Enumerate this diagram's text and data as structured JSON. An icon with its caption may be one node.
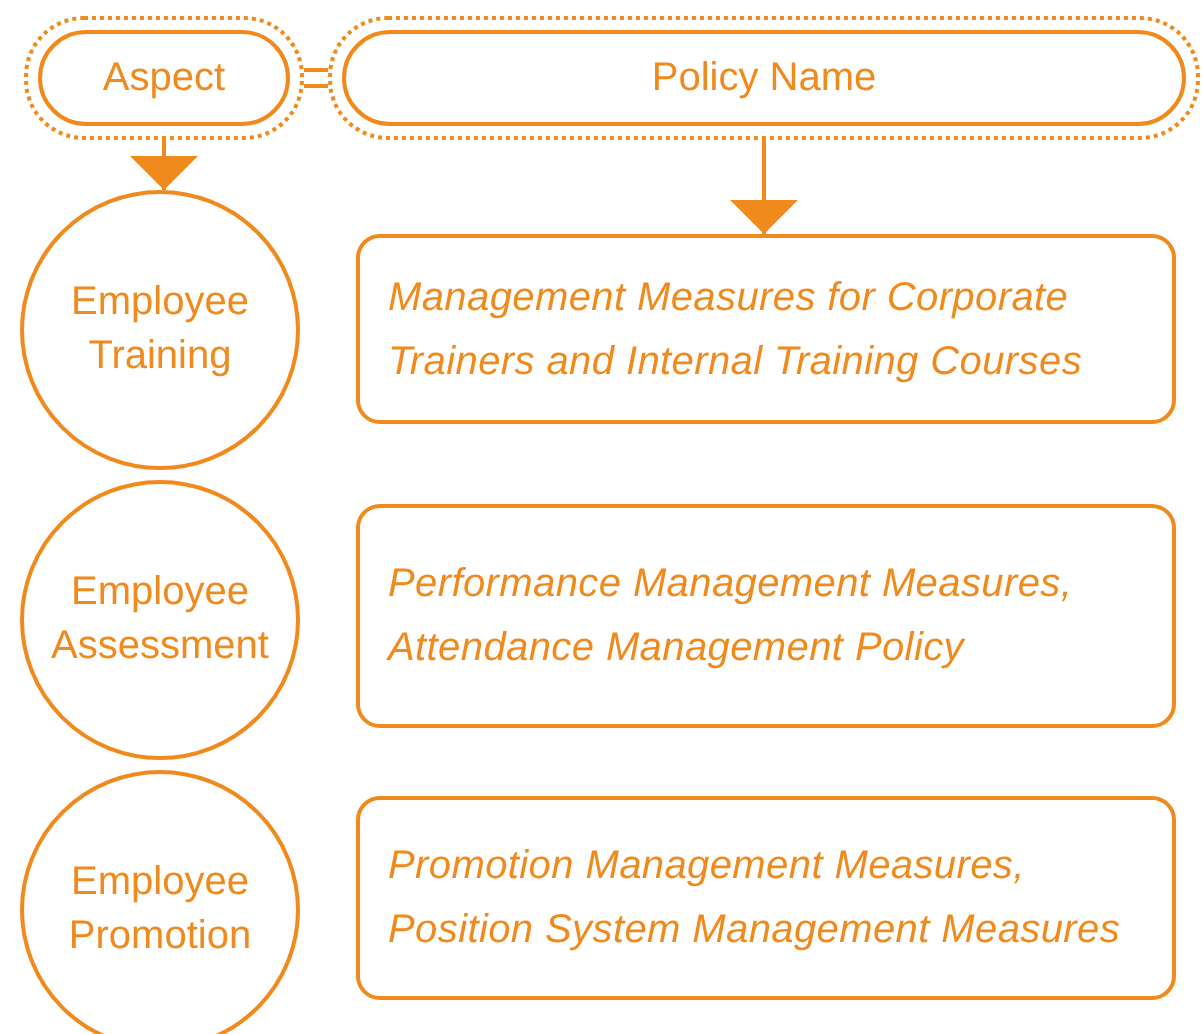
{
  "diagram": {
    "nodes": [
      {
        "text": [
          "Aspect"
        ]
      },
      {
        "text": [
          "Policy Name"
        ]
      },
      {
        "text": [
          "Employee Training"
        ]
      },
      {
        "text": [
          "Management Measures for Corporate Trainers and Internal Training Courses"
        ]
      },
      {
        "text": [
          "Employee Assessment"
        ]
      },
      {
        "text": [
          "Performance Management Measures, Attendance Management Policy"
        ]
      },
      {
        "text": [
          "Employee Promotion"
        ]
      },
      {
        "text": [
          "Promotion Management Measures, Position System Management Measures"
        ]
      }
    ],
    "edges": [
      {
        "from": 0,
        "to": 1,
        "arrow": "none"
      },
      {
        "from": 0,
        "to": 2,
        "arrow": "to"
      },
      {
        "from": 1,
        "to": 3,
        "arrow": "to"
      }
    ]
  }
}
